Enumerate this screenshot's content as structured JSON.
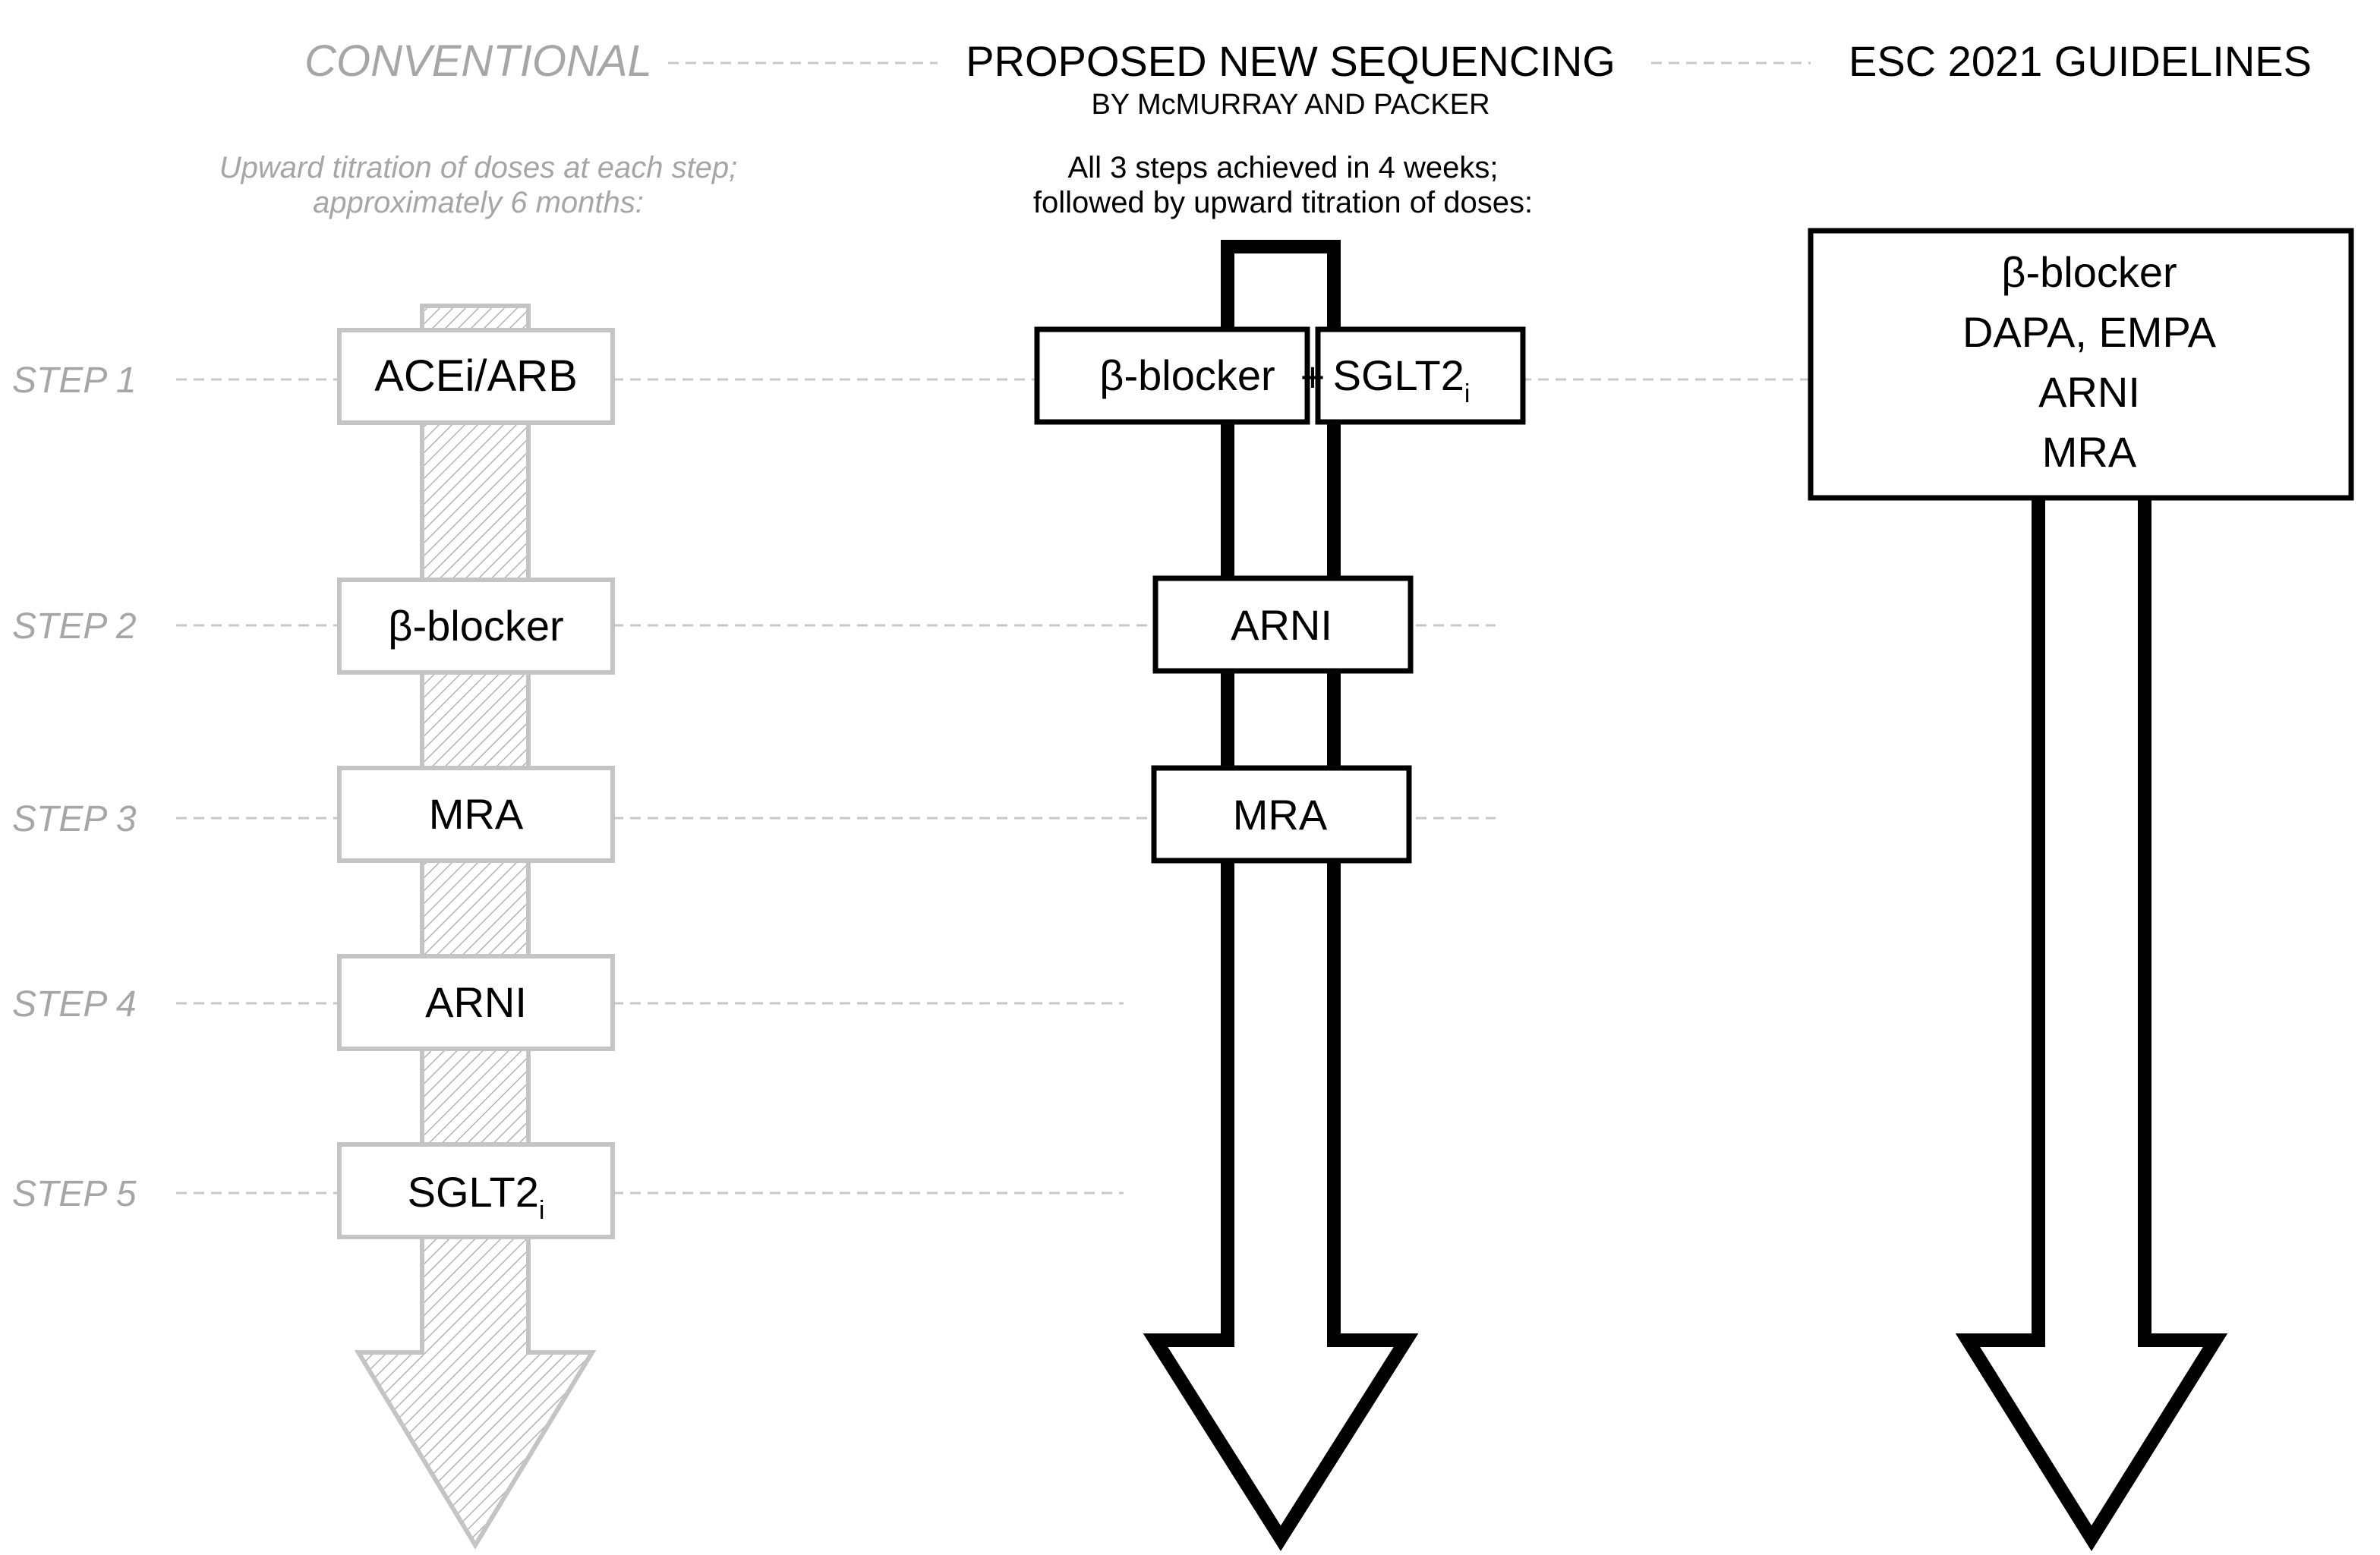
{
  "colors": {
    "conventional": "#c4c4c4",
    "hatch": "#b3b3b3",
    "guide": "#c8c8c8",
    "label_gray": "#a6a6a6",
    "ink": "#000000"
  },
  "headers": {
    "conventional": "CONVENTIONAL",
    "proposed": "PROPOSED NEW SEQUENCING",
    "proposed_sub": "BY McMURRAY AND PACKER",
    "esc": "ESC 2021 GUIDELINES"
  },
  "notes": {
    "conventional_line1": "Upward titration of doses at each step;",
    "conventional_line2": "approximately 6 months:",
    "proposed_line1": "All 3 steps achieved in 4 weeks;",
    "proposed_line2": "followed by upward titration of doses:"
  },
  "steps": [
    "STEP 1",
    "STEP 2",
    "STEP 3",
    "STEP 4",
    "STEP 5"
  ],
  "conventional_boxes": {
    "s1": "ACEi/ARB",
    "s2": "β-blocker",
    "s3": "MRA",
    "s4": "ARNI",
    "s5_main": "SGLT2",
    "s5_sub": "i"
  },
  "proposed_boxes": {
    "s1_left": "β-blocker",
    "plus": "+",
    "s1_right_main": "SGLT2",
    "s1_right_sub": "i",
    "s2": "ARNI",
    "s3": "MRA"
  },
  "esc_box": [
    "β-blocker",
    "DAPA, EMPA",
    "ARNI",
    "MRA"
  ]
}
